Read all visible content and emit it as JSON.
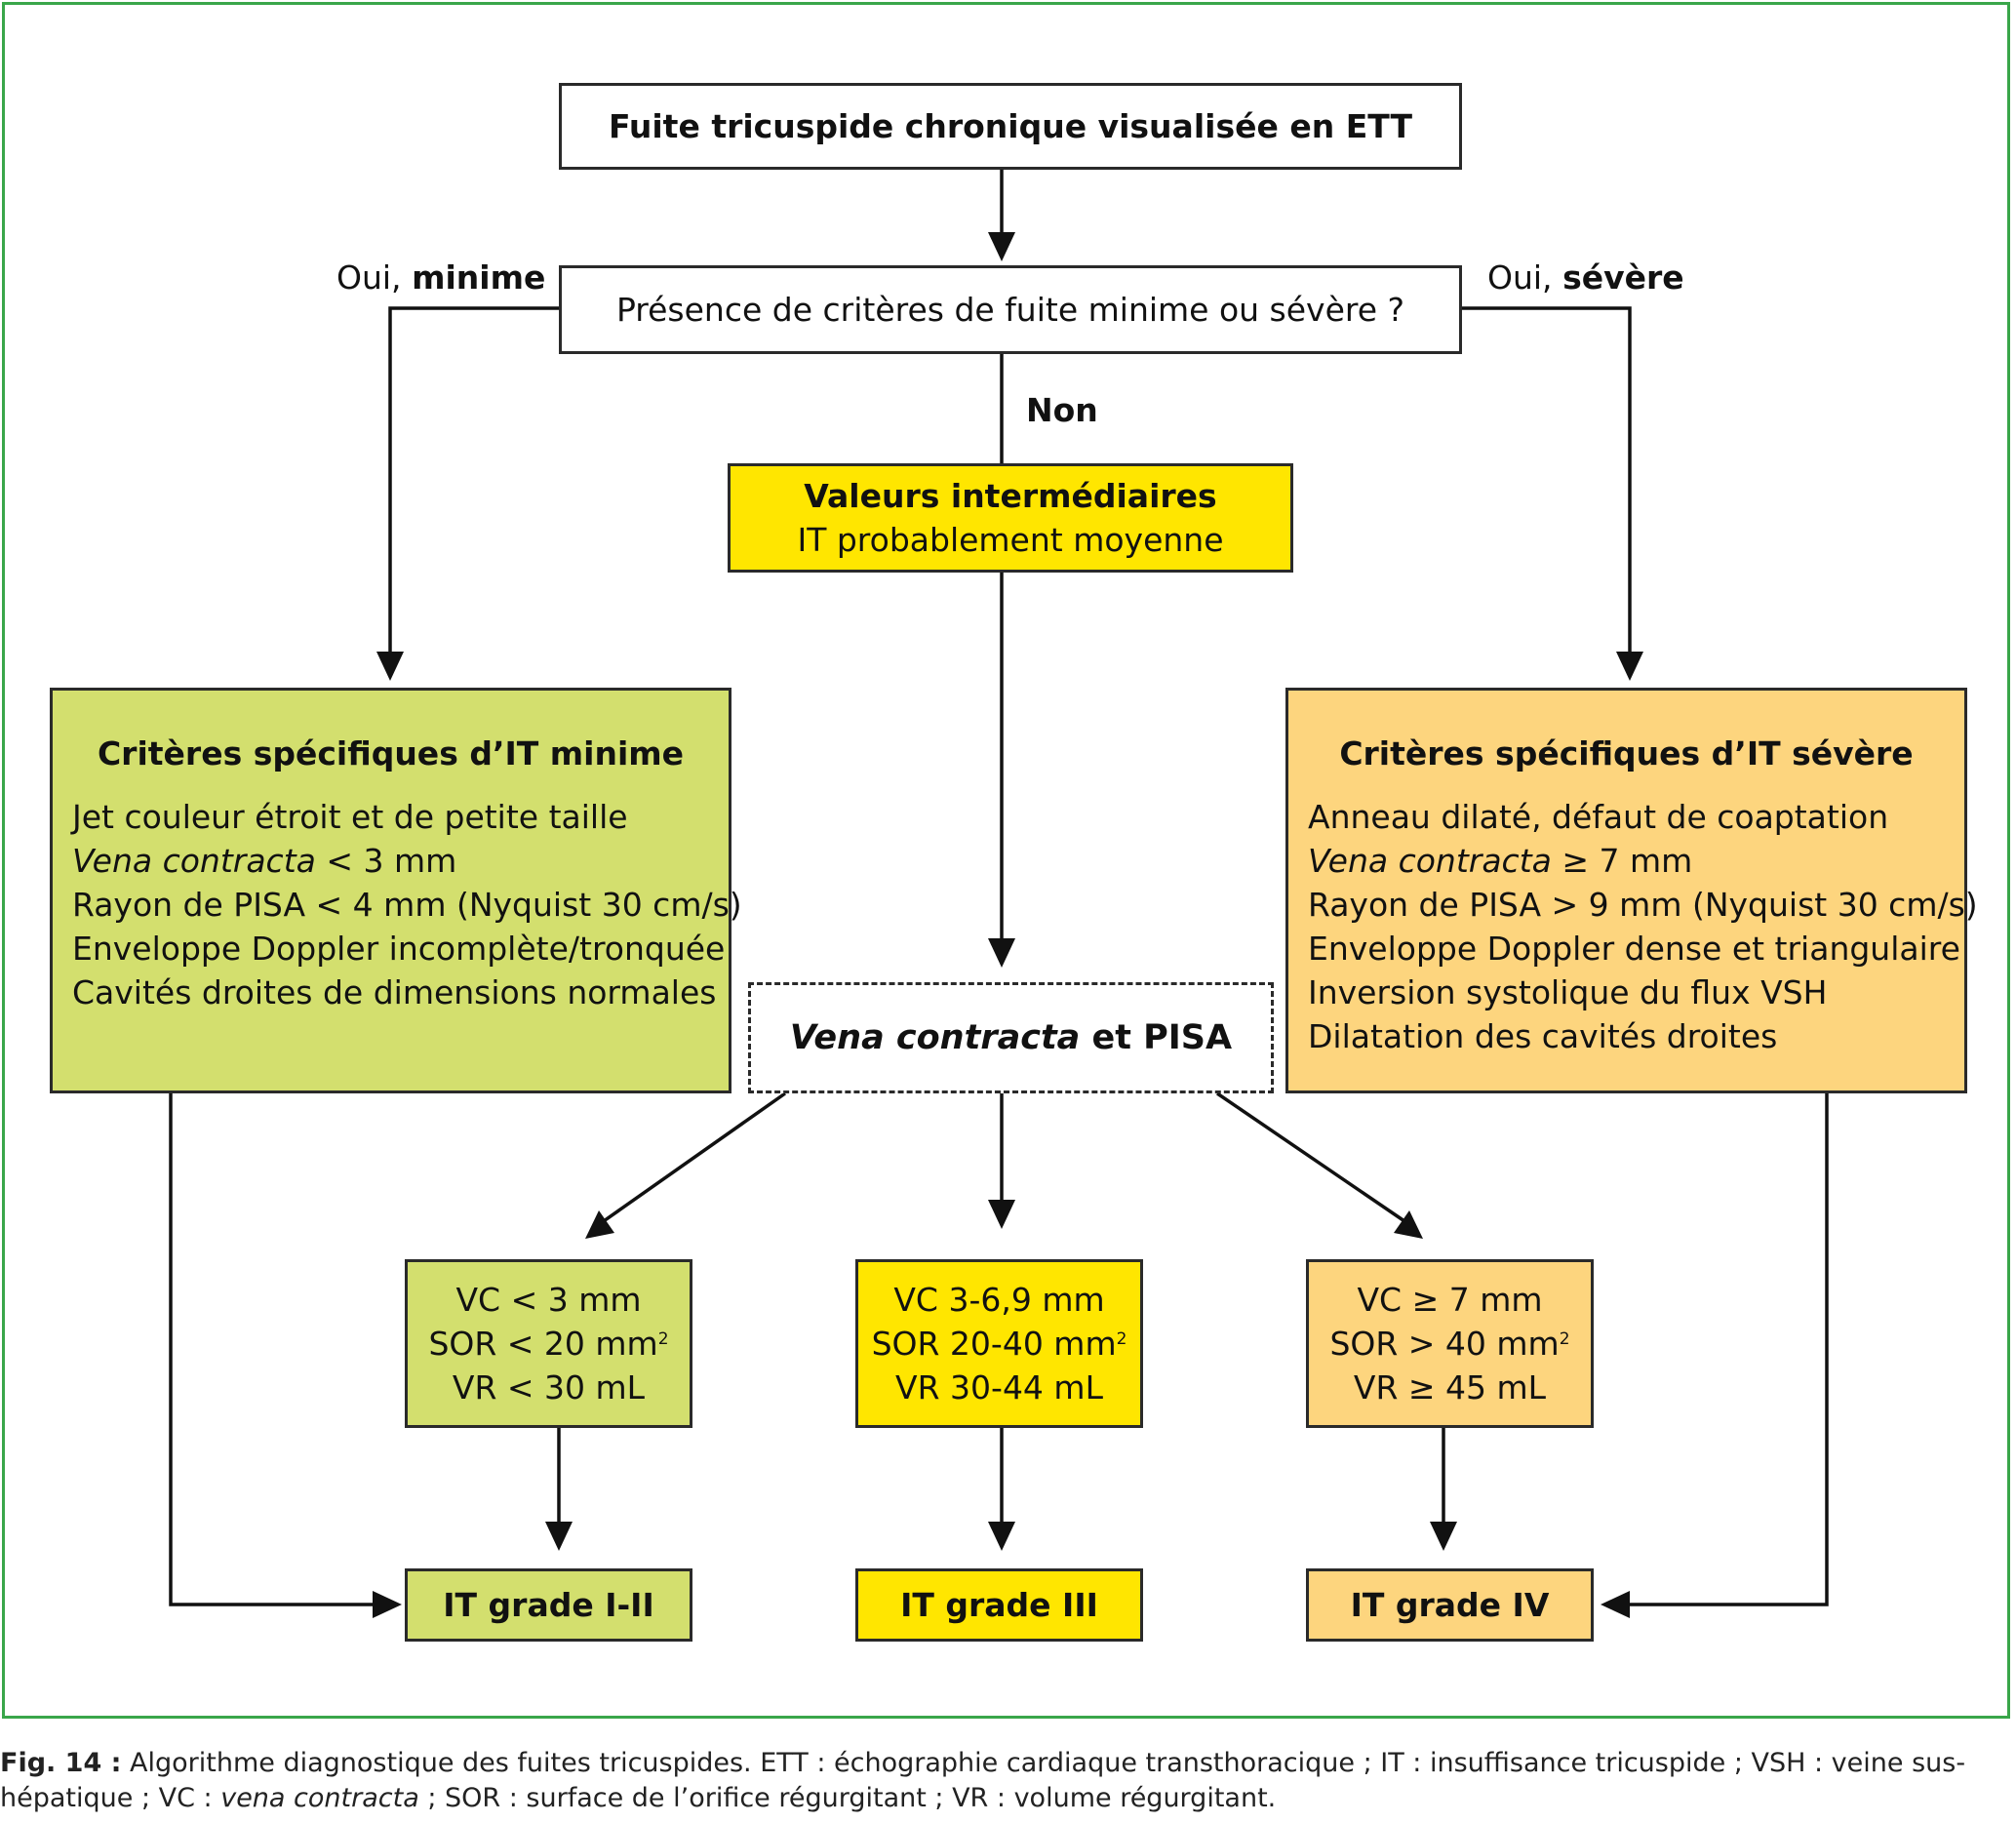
{
  "start": {
    "text": "Fuite tricuspide chronique visualisée en ETT"
  },
  "question": {
    "text": "Présence de critères de fuite minime ou sévère ?"
  },
  "branch_left": {
    "prefix": "Oui,",
    "emph": "minime"
  },
  "branch_right": {
    "prefix": "Oui,",
    "emph": "sévère"
  },
  "branch_middle": {
    "text": "Non"
  },
  "intermediate": {
    "title": "Valeurs intermédiaires",
    "subtitle": "IT probablement moyenne"
  },
  "minor_criteria": {
    "title": "Critères spécifiques d’IT minime",
    "items": [
      {
        "text": "Jet couleur étroit et de petite taille"
      },
      {
        "em": "Vena contracta",
        "text": " < 3 mm"
      },
      {
        "text": "Rayon de PISA < 4 mm (Nyquist 30 cm/s)"
      },
      {
        "text": "Enveloppe Doppler incomplète/tronquée"
      },
      {
        "text": "Cavités droites de dimensions normales"
      }
    ]
  },
  "severe_criteria": {
    "title": "Critères spécifiques d’IT sévère",
    "items": [
      {
        "text": "Anneau dilaté, défaut de coaptation"
      },
      {
        "em": "Vena contracta",
        "text": " ≥ 7 mm"
      },
      {
        "text": "Rayon de PISA > 9 mm (Nyquist 30 cm/s)"
      },
      {
        "text": "Enveloppe Doppler dense et triangulaire"
      },
      {
        "text": "Inversion systolique du flux VSH"
      },
      {
        "text": "Dilatation des cavités droites"
      }
    ]
  },
  "vc_pisa": {
    "em": "Vena contracta",
    "text": " et PISA"
  },
  "thresholds": {
    "low": {
      "vc": "VC < 3 mm",
      "sor": "SOR < 20 mm",
      "sor_sup": "2",
      "vr": "VR < 30 mL"
    },
    "mid": {
      "vc": "VC 3-6,9 mm",
      "sor": "SOR 20-40 mm",
      "sor_sup": "2",
      "vr": "VR 30-44 mL"
    },
    "high": {
      "vc": "VC ≥ 7 mm",
      "sor": "SOR > 40 mm",
      "sor_sup": "2",
      "vr": "VR ≥ 45 mL"
    }
  },
  "grades": {
    "low": "IT grade I-II",
    "mid": "IT grade III",
    "high": "IT grade IV"
  },
  "caption": {
    "label": "Fig. 14 :",
    "text1": " Algorithme diagnostique des fuites tricuspides. ETT : échographie cardiaque transthoracique ; IT : insuffisance tricuspide ; VSH : veine sus-hépatique ; VC : ",
    "em": "vena contracta",
    "text2": " ; SOR : surface de l’orifice régurgitant ; VR : volume régurgitant."
  },
  "colors": {
    "frame": "#3aa64a",
    "yellow": "#ffe600",
    "green": "#d3df6e",
    "orange": "#fdd57e"
  }
}
